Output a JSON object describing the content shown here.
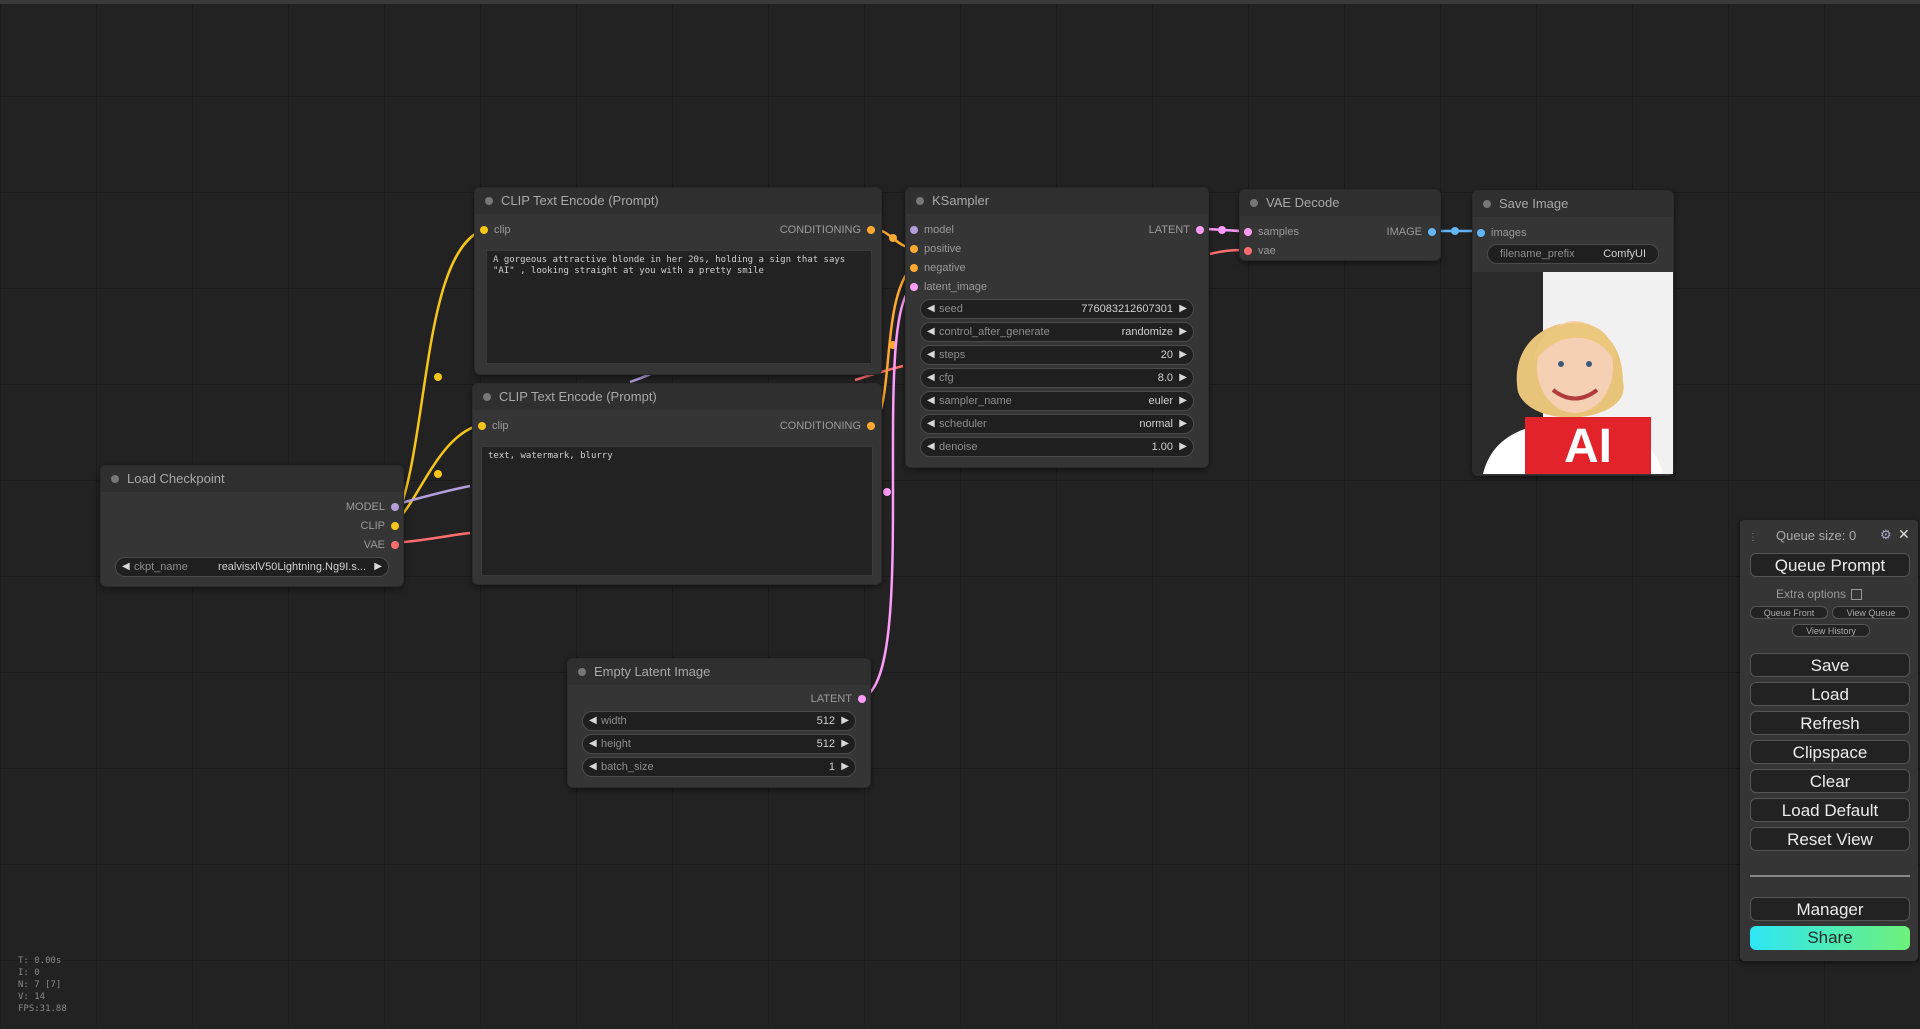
{
  "nodes": {
    "clip_pos": {
      "title": "CLIP Text Encode (Prompt)",
      "input": "clip",
      "output": "CONDITIONING",
      "text": "A gorgeous attractive blonde in her 20s, holding a sign that says \"AI\" , looking straight at you with a pretty smile"
    },
    "clip_neg": {
      "title": "CLIP Text Encode (Prompt)",
      "input": "clip",
      "output": "CONDITIONING",
      "text": "text, watermark, blurry"
    },
    "checkpoint": {
      "title": "Load Checkpoint",
      "outputs": [
        "MODEL",
        "CLIP",
        "VAE"
      ],
      "widget": {
        "label": "ckpt_name",
        "value": "realvisxlV50Lightning.Ng9I.s..."
      }
    },
    "ksampler": {
      "title": "KSampler",
      "inputs": [
        "model",
        "positive",
        "negative",
        "latent_image"
      ],
      "output": "LATENT",
      "widgets": [
        {
          "label": "seed",
          "value": "776083212607301"
        },
        {
          "label": "control_after_generate",
          "value": "randomize"
        },
        {
          "label": "steps",
          "value": "20"
        },
        {
          "label": "cfg",
          "value": "8.0"
        },
        {
          "label": "sampler_name",
          "value": "euler"
        },
        {
          "label": "scheduler",
          "value": "normal"
        },
        {
          "label": "denoise",
          "value": "1.00"
        }
      ]
    },
    "vae_decode": {
      "title": "VAE Decode",
      "inputs": [
        "samples",
        "vae"
      ],
      "output": "IMAGE"
    },
    "save_image": {
      "title": "Save Image",
      "input": "images",
      "widget": {
        "label": "filename_prefix",
        "value": "ComfyUI"
      },
      "sign_text": "AI"
    },
    "empty_latent": {
      "title": "Empty Latent Image",
      "output": "LATENT",
      "widgets": [
        {
          "label": "width",
          "value": "512"
        },
        {
          "label": "height",
          "value": "512"
        },
        {
          "label": "batch_size",
          "value": "1"
        }
      ]
    }
  },
  "queue": {
    "size_label": "Queue size: 0",
    "queue_prompt": "Queue Prompt",
    "extra_options": "Extra options",
    "queue_front": "Queue Front",
    "view_queue": "View Queue",
    "view_history": "View History",
    "save": "Save",
    "load": "Load",
    "refresh": "Refresh",
    "clipspace": "Clipspace",
    "clear": "Clear",
    "load_default": "Load Default",
    "reset_view": "Reset View",
    "manager": "Manager",
    "share": "Share"
  },
  "stats": [
    "T: 0.00s",
    "I: 0",
    "N: 7 [7]",
    "V: 14",
    "FPS:31.88"
  ],
  "colors": {
    "clip": "#f5c518",
    "model": "#b39ddb",
    "vae": "#ff6e6e",
    "conditioning": "#ffa931",
    "latent": "#ff9cf9",
    "image": "#64b5f6",
    "share_start": "#2ee6f5",
    "share_end": "#6ef07a"
  }
}
